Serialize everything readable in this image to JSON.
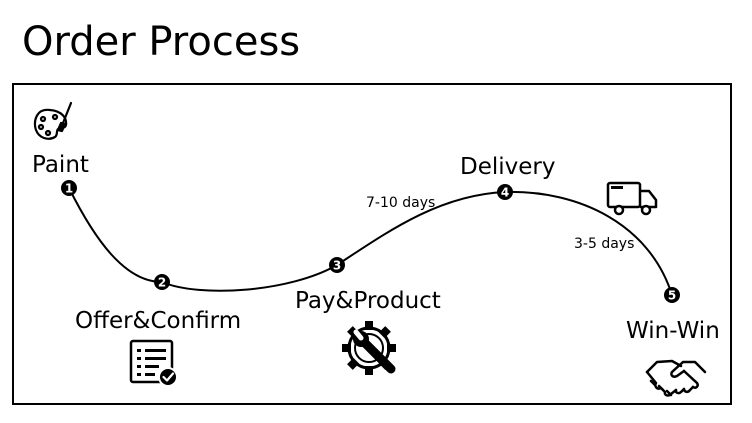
{
  "title": "Order Process",
  "steps": [
    {
      "num": "1",
      "label": "Paint",
      "icon": "palette-icon"
    },
    {
      "num": "2",
      "label": "Offer&Confirm",
      "icon": "checklist-document-icon"
    },
    {
      "num": "3",
      "label": "Pay&Product",
      "icon": "gear-wrench-icon"
    },
    {
      "num": "4",
      "label": "Delivery",
      "icon": "delivery-truck-icon"
    },
    {
      "num": "5",
      "label": "Win-Win",
      "icon": "handshake-icon"
    }
  ],
  "durations": [
    {
      "text": "7-10 days"
    },
    {
      "text": "3-5 days"
    }
  ],
  "colors": {
    "line": "#000000",
    "marker": "#000000",
    "marker_text": "#ffffff"
  }
}
